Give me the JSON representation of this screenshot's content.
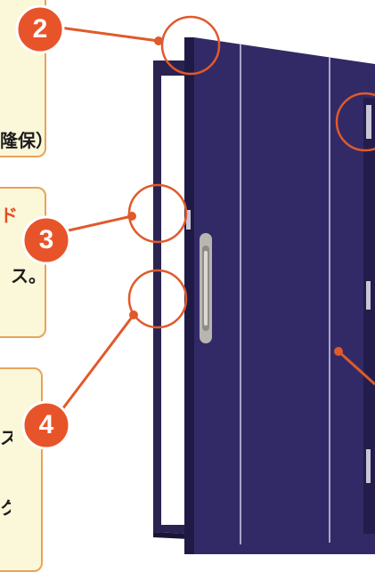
{
  "callouts": [
    {
      "number": "2",
      "text_fragment": "隆保）"
    },
    {
      "number": "3",
      "text_fragment_top": "ド",
      "text_fragment_bottom": "ス。"
    },
    {
      "number": "4",
      "text_fragment_top": "ス",
      "text_fragment_bottom": "ク"
    }
  ],
  "colors": {
    "callout_fill": "#fbf7d9",
    "callout_border": "#e8a35a",
    "badge_fill": "#e8542a",
    "leader_line": "#e05a2b",
    "door_panel": "#322a66",
    "door_edge": "#1f1a45",
    "handle": "#b9b6b1"
  },
  "icons": [
    "door-handle-icon",
    "door-latch-icon",
    "door-hinge-icon"
  ]
}
